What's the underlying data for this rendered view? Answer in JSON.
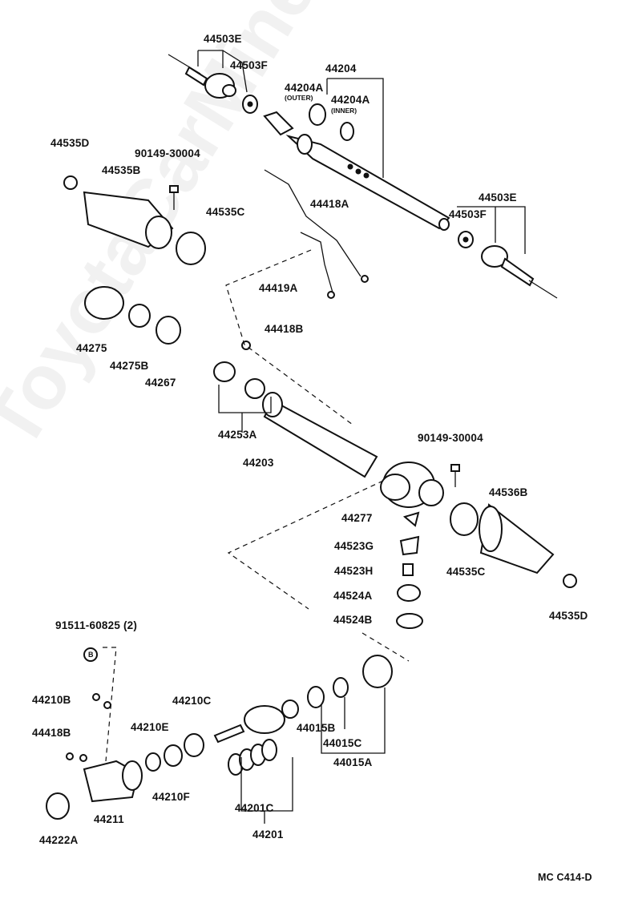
{
  "watermark": "ToyotaCarMine.ru",
  "footer_code": "MC  C414-D",
  "parts": {
    "p44503E_top": "44503E",
    "p44503F_top": "44503F",
    "p44204": "44204",
    "p44204A_outer": "44204A",
    "outer_note": "(OUTER)",
    "p44204A_inner": "44204A",
    "inner_note": "(INNER)",
    "p44535D_top": "44535D",
    "p90149_top": "90149-30004",
    "p44535B": "44535B",
    "p44535C_top": "44535C",
    "p44418A": "44418A",
    "p44503E_right": "44503E",
    "p44503F_right": "44503F",
    "p44419A": "44419A",
    "p44418B": "44418B",
    "p44275": "44275",
    "p44275B": "44275B",
    "p44267": "44267",
    "p44253A": "44253A",
    "p44203": "44203",
    "p90149_mid": "90149-30004",
    "p44536B": "44536B",
    "p44277": "44277",
    "p44523G": "44523G",
    "p44523H": "44523H",
    "p44524A": "44524A",
    "p44524B": "44524B",
    "p44535C_right": "44535C",
    "p44535D_right": "44535D",
    "p91511": "91511-60825 (2)",
    "p44210B": "44210B",
    "p44418B_bottom": "44418B",
    "p44210E": "44210E",
    "p44210C": "44210C",
    "p44015B": "44015B",
    "p44015C": "44015C",
    "p44015A": "44015A",
    "p44210F": "44210F",
    "p44211": "44211",
    "p44201C": "44201C",
    "p44201": "44201",
    "p44222A": "44222A"
  },
  "bolt_marker": "B"
}
